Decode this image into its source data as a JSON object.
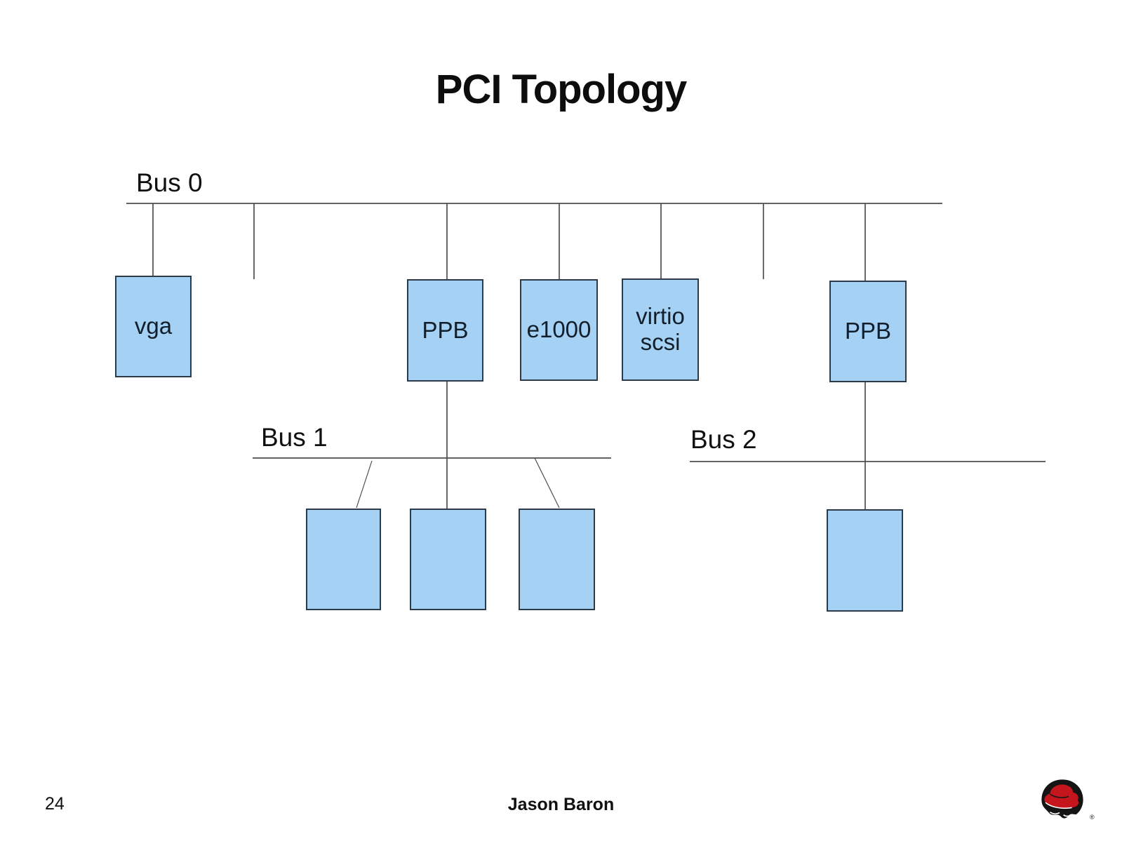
{
  "title": "PCI Topology",
  "buses": {
    "bus0": {
      "label": "Bus 0"
    },
    "bus1": {
      "label": "Bus 1"
    },
    "bus2": {
      "label": "Bus 2"
    }
  },
  "devices": {
    "vga": "vga",
    "ppb_left": "PPB",
    "e1000": "e1000",
    "virtio_scsi": "virtio scsi",
    "ppb_right": "PPB"
  },
  "footer": {
    "page_number": "24",
    "author": "Jason Baron"
  },
  "icons": {
    "logo": "redhat-shadowman-logo",
    "registered_mark": "®"
  },
  "colors": {
    "box_fill": "#a4d1f4",
    "box_border": "#2d3b49",
    "line": "#4d4d4d",
    "title_text": "#0d0d0d",
    "device_text": "#121f2b",
    "logo_red": "#c4161c",
    "logo_black": "#141414"
  }
}
